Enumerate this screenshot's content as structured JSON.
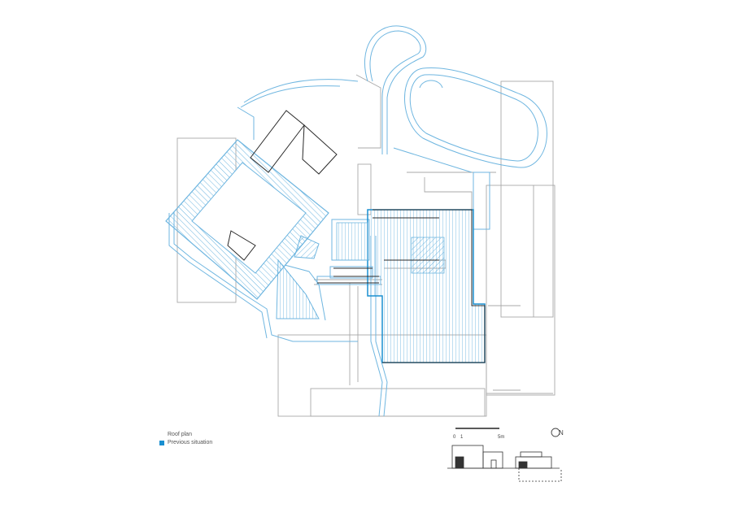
{
  "legend": {
    "roof_plan_label": "Roof plan",
    "previous_situation_label": "Previous situation",
    "previous_color": "#1a8fd0"
  },
  "scale_bar": {
    "tick_0": "0",
    "tick_1": "1",
    "tick_end": "5m"
  },
  "north_arrow": {
    "label": "N"
  },
  "colors": {
    "current_lines": "#a8a8a8",
    "dark_lines": "#2a2a2a",
    "previous_lines": "#6fb6e0"
  }
}
